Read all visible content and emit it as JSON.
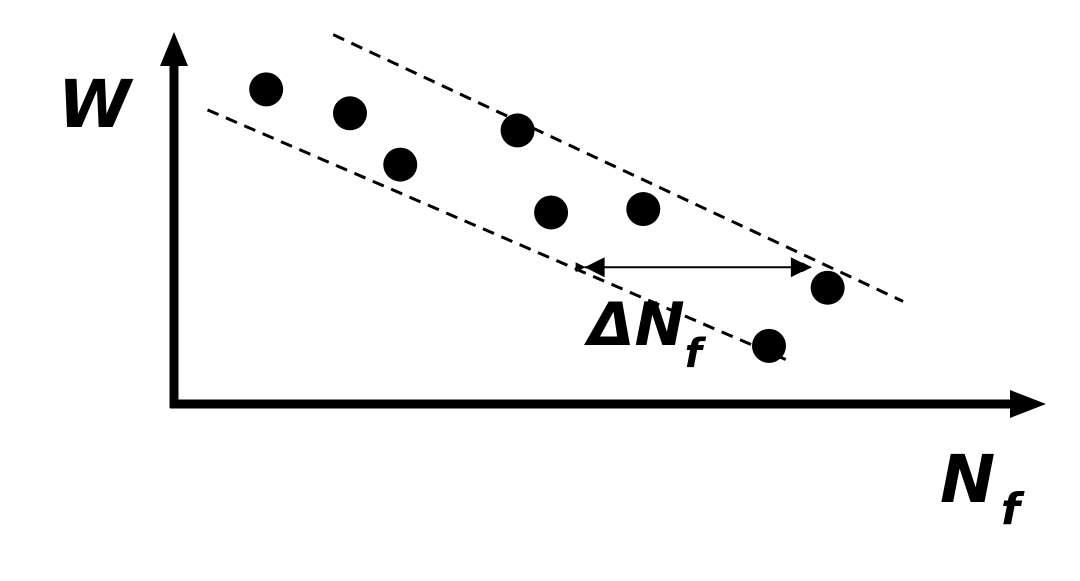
{
  "axes": {
    "y_label": "W",
    "x_label_main": "N",
    "x_label_sub": "f"
  },
  "annotation": {
    "delta_symbol": "Δ",
    "main": "N",
    "sub": "f"
  },
  "colors": {
    "ink": "#000000",
    "background": "#ffffff"
  },
  "points": [
    {
      "N_f": 0.11,
      "W": 0.92
    },
    {
      "N_f": 0.21,
      "W": 0.85
    },
    {
      "N_f": 0.27,
      "W": 0.7
    },
    {
      "N_f": 0.41,
      "W": 0.8
    },
    {
      "N_f": 0.45,
      "W": 0.56
    },
    {
      "N_f": 0.56,
      "W": 0.57
    },
    {
      "N_f": 0.71,
      "W": 0.17
    },
    {
      "N_f": 0.78,
      "W": 0.34
    }
  ],
  "bounds": {
    "upper": [
      {
        "N_f": 0.19,
        "W": 1.08
      },
      {
        "N_f": 0.87,
        "W": 0.3
      }
    ],
    "lower": [
      {
        "N_f": 0.04,
        "W": 0.86
      },
      {
        "N_f": 0.73,
        "W": 0.13
      }
    ]
  },
  "spread": {
    "from_N_f": 0.49,
    "to_N_f": 0.76,
    "W": 0.4
  }
}
